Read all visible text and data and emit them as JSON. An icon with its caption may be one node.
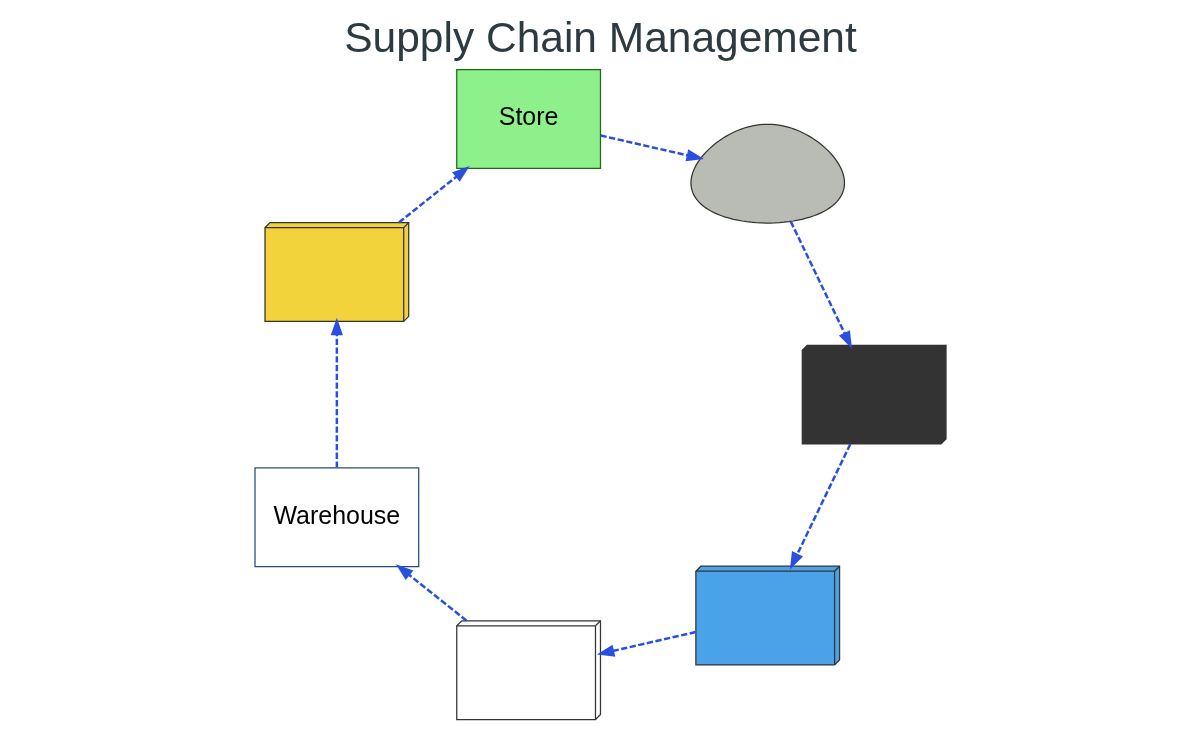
{
  "diagram": {
    "title": "Supply Chain Management",
    "nodes": [
      {
        "text": [],
        "shape": "picture"
      },
      {
        "text": [],
        "shape": "picture"
      },
      {
        "text": [
          "Warehouse"
        ]
      },
      {
        "text": [],
        "shape": "picture"
      },
      {
        "text": [
          "Store"
        ]
      },
      {
        "text": [],
        "shape": "person"
      },
      {
        "text": [],
        "shape": "picture"
      }
    ],
    "edges": [
      {
        "from": 0,
        "to": 1,
        "arrow": "to",
        "style": "dashed"
      },
      {
        "from": 1,
        "to": 2,
        "arrow": "to",
        "style": "dashed"
      },
      {
        "from": 2,
        "to": 3,
        "arrow": "to",
        "style": "dashed"
      },
      {
        "from": 3,
        "to": 4,
        "arrow": "to",
        "style": "dashed"
      },
      {
        "from": 4,
        "to": 5,
        "arrow": "to",
        "style": "dashed"
      },
      {
        "from": 5,
        "to": 6,
        "arrow": "to",
        "style": "dashed"
      },
      {
        "from": 6,
        "to": 0,
        "arrow": "to",
        "style": "dashed"
      }
    ]
  }
}
